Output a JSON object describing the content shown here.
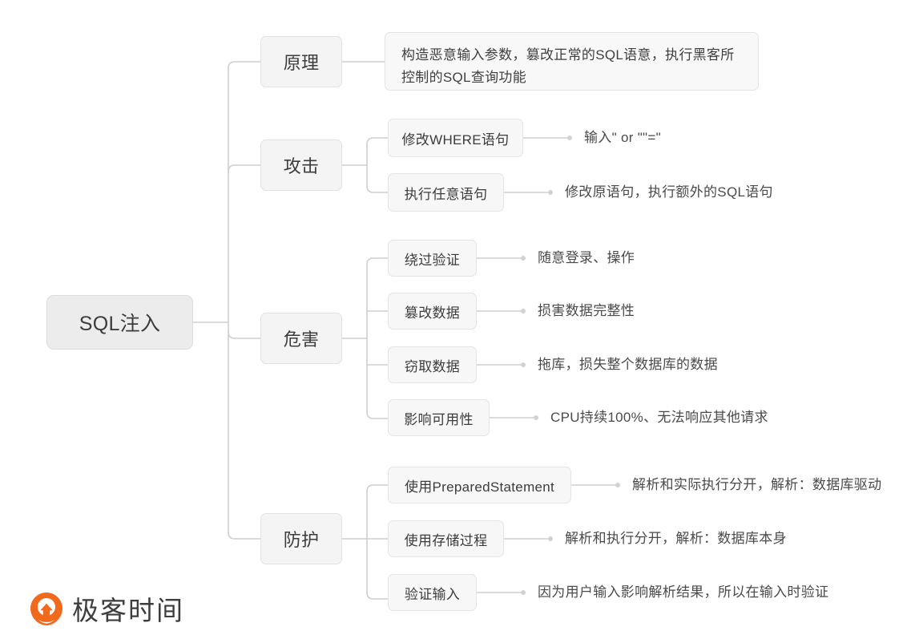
{
  "diagram": {
    "type": "mind-map",
    "root": {
      "label": "SQL注入"
    },
    "branches": [
      {
        "label": "原理",
        "description_box": "构造恶意输入参数，篡改正常的SQL语意，执行黑客所控制的SQL查询功能",
        "children": []
      },
      {
        "label": "攻击",
        "children": [
          {
            "label": "修改WHERE语句",
            "note": "输入\" or \"\"=\""
          },
          {
            "label": "执行任意语句",
            "note": "修改原语句，执行额外的SQL语句"
          }
        ]
      },
      {
        "label": "危害",
        "children": [
          {
            "label": "绕过验证",
            "note": "随意登录、操作"
          },
          {
            "label": "篡改数据",
            "note": "损害数据完整性"
          },
          {
            "label": "窃取数据",
            "note": "拖库，损失整个数据库的数据"
          },
          {
            "label": "影响可用性",
            "note": "CPU持续100%、无法响应其他请求"
          }
        ]
      },
      {
        "label": "防护",
        "children": [
          {
            "label": "使用PreparedStatement",
            "note": "解析和实际执行分开，解析：数据库驱动"
          },
          {
            "label": "使用存储过程",
            "note": "解析和执行分开，解析：数据库本身"
          },
          {
            "label": "验证输入",
            "note": "因为用户输入影响解析结果，所以在输入时验证"
          }
        ]
      }
    ]
  },
  "branding": {
    "logo_text": "极客时间",
    "logo_icon": "geektime-circle-logo",
    "brand_color": "#f06b1e"
  },
  "style": {
    "node_fill": "#f4f4f4",
    "node_border": "#e2e2e2",
    "connector_color": "#cfcfcf",
    "text_color": "#3c3c3c",
    "background": "#ffffff"
  }
}
